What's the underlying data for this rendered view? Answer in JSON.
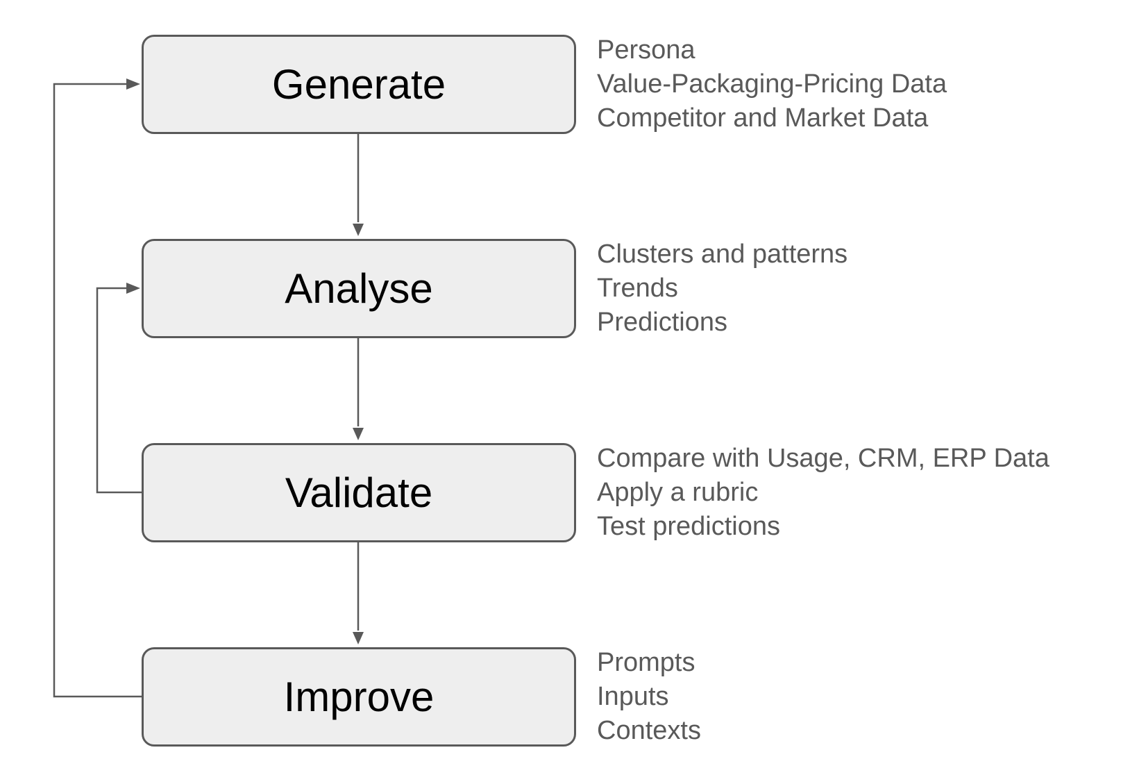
{
  "colors": {
    "box_fill": "#eeeeee",
    "box_border": "#595959",
    "label_text": "#000000",
    "note_text": "#595959",
    "connector": "#595959"
  },
  "stages": [
    {
      "label": "Generate",
      "notes": [
        "Persona",
        "Value-Packaging-Pricing Data",
        "Competitor and Market Data"
      ]
    },
    {
      "label": "Analyse",
      "notes": [
        "Clusters and patterns",
        "Trends",
        "Predictions"
      ]
    },
    {
      "label": "Validate",
      "notes": [
        "Compare with Usage, CRM, ERP Data",
        "Apply a rubric",
        "Test predictions"
      ]
    },
    {
      "label": "Improve",
      "notes": [
        "Prompts",
        "Inputs",
        "Contexts"
      ]
    }
  ],
  "connections": [
    {
      "from": "Generate",
      "to": "Analyse",
      "kind": "forward"
    },
    {
      "from": "Analyse",
      "to": "Validate",
      "kind": "forward"
    },
    {
      "from": "Validate",
      "to": "Improve",
      "kind": "forward"
    },
    {
      "from": "Validate",
      "to": "Analyse",
      "kind": "feedback"
    },
    {
      "from": "Improve",
      "to": "Generate",
      "kind": "feedback"
    }
  ]
}
